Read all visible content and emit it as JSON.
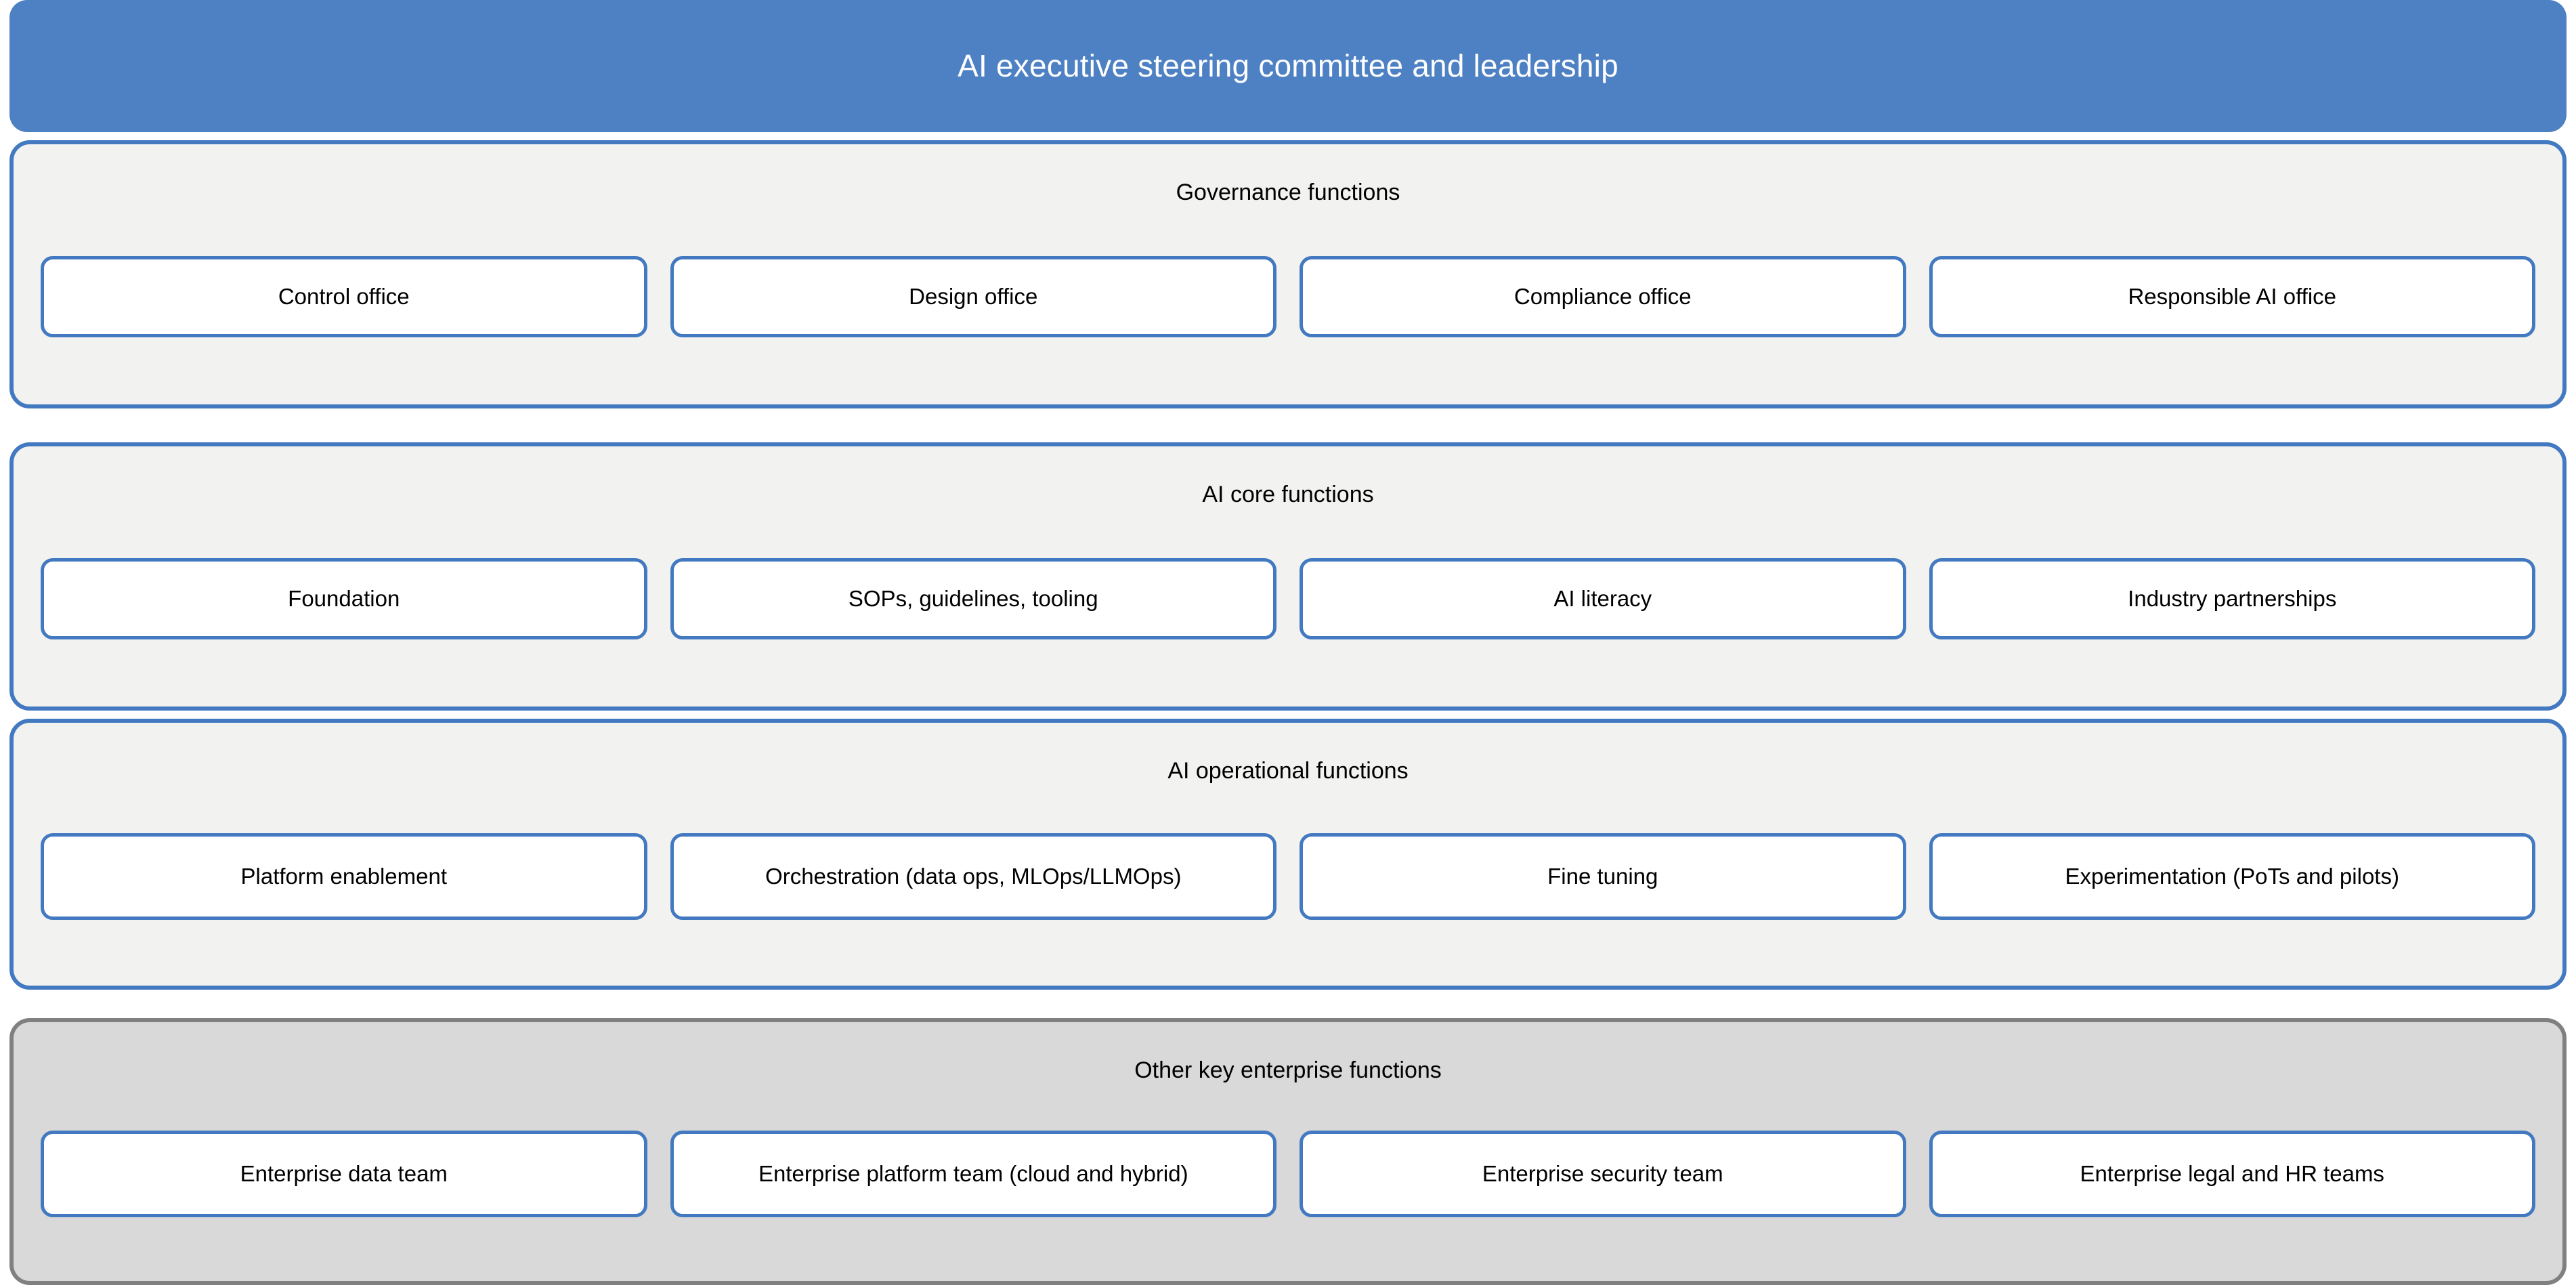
{
  "header": {
    "title": "AI executive steering committee and leadership",
    "fill_color": "#4e81c4",
    "text_color": "#ffffff"
  },
  "colors": {
    "accent_blue": "#4379c0",
    "header_blue": "#4e81c4",
    "section_fill": "#f2f2f1",
    "other_section_fill": "#d9d9d9",
    "other_section_border": "#808080",
    "box_fill": "#ffffff",
    "text": "#000000"
  },
  "sections": [
    {
      "title": "Governance functions",
      "style": "blue",
      "boxes": [
        {
          "label": "Control office"
        },
        {
          "label": "Design office"
        },
        {
          "label": "Compliance office"
        },
        {
          "label": "Responsible AI office"
        }
      ]
    },
    {
      "title": "AI core functions",
      "style": "blue",
      "boxes": [
        {
          "label": "Foundation"
        },
        {
          "label": "SOPs, guidelines, tooling"
        },
        {
          "label": "AI literacy"
        },
        {
          "label": "Industry partnerships"
        }
      ]
    },
    {
      "title": "AI operational functions",
      "style": "blue",
      "boxes": [
        {
          "label": "Platform enablement"
        },
        {
          "label": "Orchestration (data ops, MLOps/LLMOps)"
        },
        {
          "label": "Fine tuning"
        },
        {
          "label": "Experimentation (PoTs and pilots)"
        }
      ]
    },
    {
      "title": "Other key enterprise functions",
      "style": "gray",
      "boxes": [
        {
          "label": "Enterprise data team"
        },
        {
          "label": "Enterprise platform team (cloud and hybrid)"
        },
        {
          "label": "Enterprise security team"
        },
        {
          "label": "Enterprise legal and HR teams"
        }
      ]
    }
  ]
}
